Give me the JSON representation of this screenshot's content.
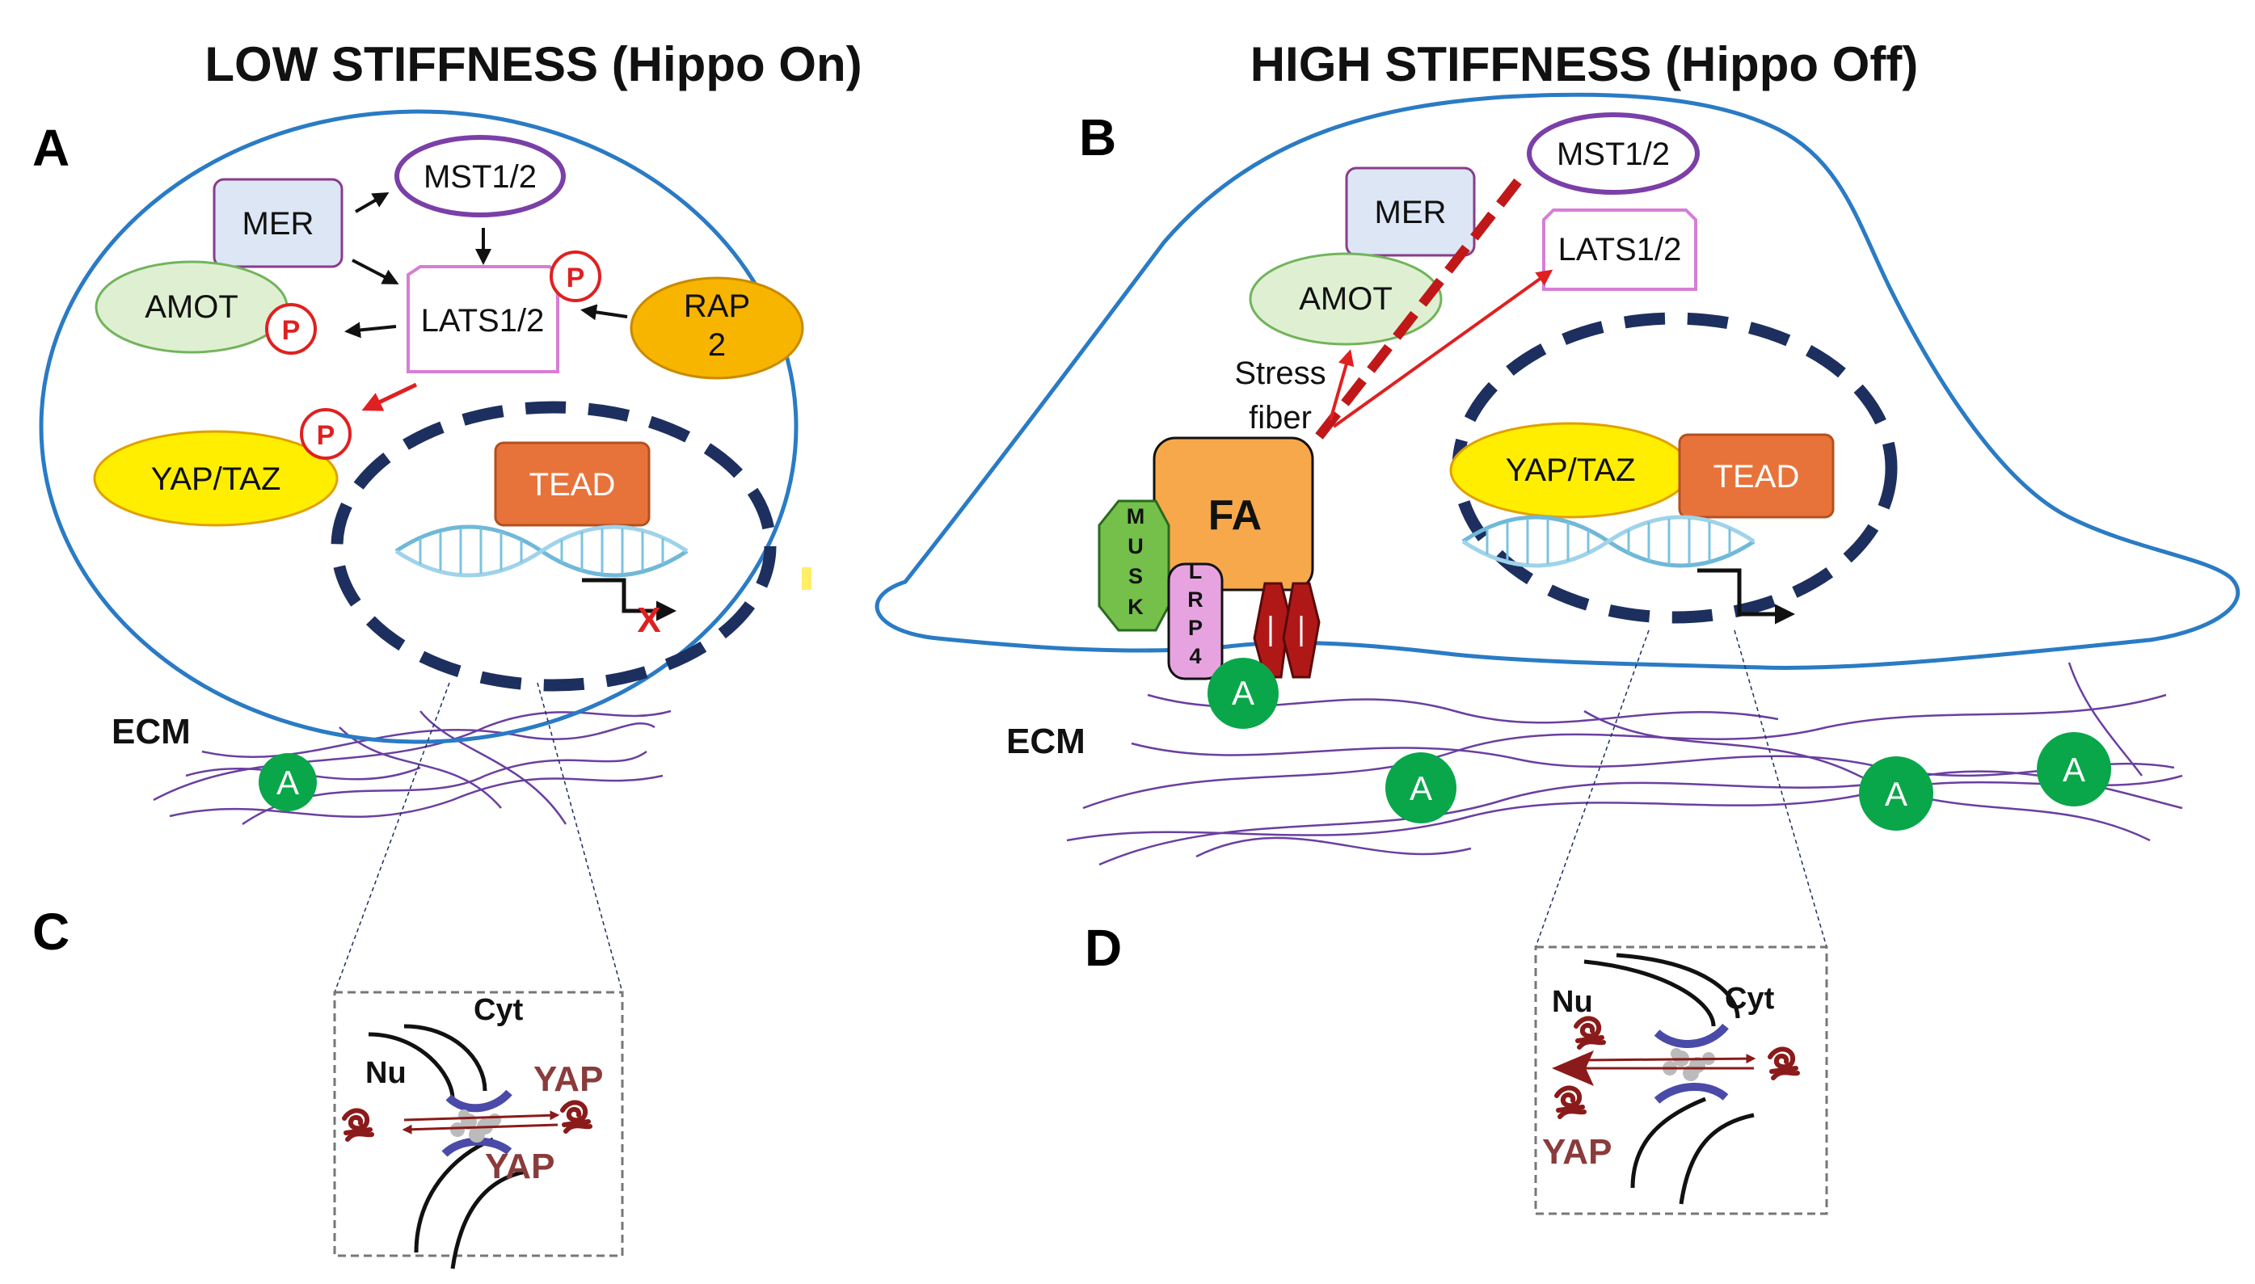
{
  "titles": {
    "left": "LOW STIFFNESS (Hippo On)",
    "right": "HIGH STIFFNESS (Hippo Off)"
  },
  "panels": {
    "a": "A",
    "b": "B",
    "c": "C",
    "d": "D"
  },
  "panel_a": {
    "mer": "MER",
    "mst": "MST1/2",
    "lats": "LATS1/2",
    "amot": "AMOT",
    "rap_line1": "RAP",
    "rap_line2": "2",
    "yaptaz": "YAP/TAZ",
    "tead": "TEAD",
    "phospho": "P",
    "blocked": "X",
    "ecm": "ECM",
    "agrin": "A"
  },
  "panel_b": {
    "mst": "MST1/2",
    "mer": "MER",
    "lats": "LATS1/2",
    "amot": "AMOT",
    "stress_line1": "Stress",
    "stress_line2": "fiber",
    "fa": "FA",
    "musk": [
      "M",
      "U",
      "S",
      "K"
    ],
    "lrp4": [
      "L",
      "R",
      "P",
      "4"
    ],
    "yaptaz": "YAP/TAZ",
    "tead": "TEAD",
    "ecm": "ECM",
    "agrin": "A"
  },
  "inset_c": {
    "cyt": "Cyt",
    "nu": "Nu",
    "yap_top": "YAP",
    "yap_bottom": "YAP"
  },
  "inset_d": {
    "nu": "Nu",
    "cyt": "Cyt",
    "yap": "YAP"
  },
  "colors": {
    "cell_outline": "#2a7bc4",
    "nucleus": "#1d2f5e",
    "ecm_fiber": "#6a3fa0",
    "arrow_red": "#e02020",
    "agrin": "#0aa64a",
    "tead": "#e8733a",
    "yaptaz": "#ffee00",
    "rap2": "#f7b500",
    "amot": "#dff0d2",
    "mer": "#dce6f5",
    "mst_ring": "#7b3fa8",
    "lats_border": "#d67ed6",
    "fa": "#f7a84a",
    "musk": "#74c04a",
    "lrp4": "#e6a3e0",
    "integrin": "#b01818",
    "yap_mol": "#8b1a1a"
  },
  "icons": [
    "dna-helix-icon",
    "transcription-arrow-icon",
    "nuclear-pore-icon",
    "yap-molecule-icon"
  ]
}
